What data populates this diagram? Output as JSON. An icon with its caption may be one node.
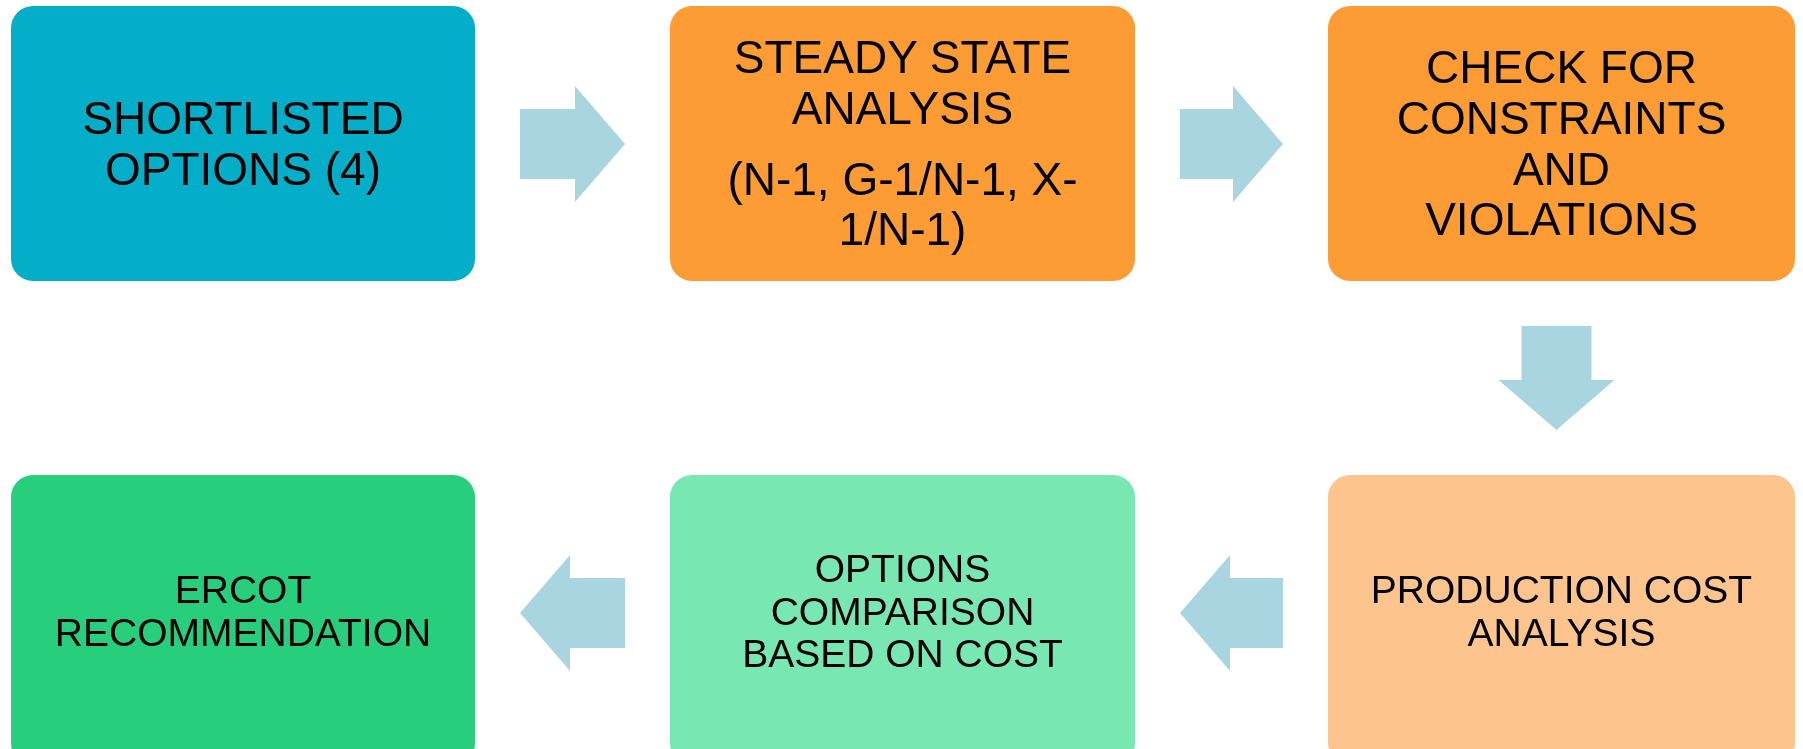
{
  "diagram": {
    "nodes": [
      {
        "text": [
          "SHORTLISTED OPTIONS (4)"
        ]
      },
      {
        "text": [
          "STEADY STATE ANALYSIS",
          "(N-1, G-1/N-1, X-1/N-1)"
        ]
      },
      {
        "text": [
          "CHECK FOR CONSTRAINTS AND VIOLATIONS"
        ]
      },
      {
        "text": [
          "PRODUCTION COST ANALYSIS"
        ]
      },
      {
        "text": [
          "OPTIONS COMPARISON BASED ON COST"
        ]
      },
      {
        "text": [
          "ERCOT RECOMMENDATION"
        ]
      }
    ],
    "edges": [
      {
        "from": 0,
        "to": 1,
        "arrow": "to"
      },
      {
        "from": 1,
        "to": 2,
        "arrow": "to"
      },
      {
        "from": 2,
        "to": 3,
        "arrow": "to"
      },
      {
        "from": 3,
        "to": 4,
        "arrow": "to"
      },
      {
        "from": 4,
        "to": 5,
        "arrow": "to"
      }
    ]
  }
}
